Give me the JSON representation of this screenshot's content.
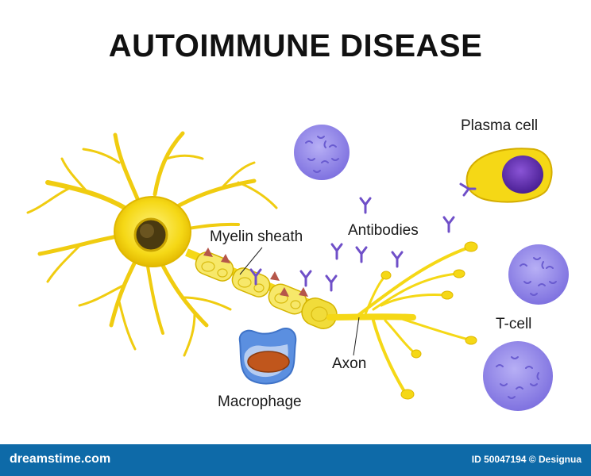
{
  "title": "AUTOIMMUNE DISEASE",
  "labels": {
    "plasma_cell": "Plasma cell",
    "antibodies": "Antibodies",
    "myelin_sheath": "Myelin sheath",
    "t_cell": "T-cell",
    "axon": "Axon",
    "macrophage": "Macrophage"
  },
  "footer": {
    "site": "dreamstime.com",
    "credit": "ID 50047194 © Designua"
  },
  "colors": {
    "neuron": "#f5d816",
    "neuron_dark": "#e0b800",
    "myelin": "#f7e86a",
    "t_cell": "#8b7fe6",
    "plasma_nucleus": "#5b2aa6",
    "antibody": "#6f4fc8",
    "macrophage": "#5b8fe0",
    "macrophage_inner": "#c0561c",
    "footer_bg": "#0e6aa8"
  }
}
